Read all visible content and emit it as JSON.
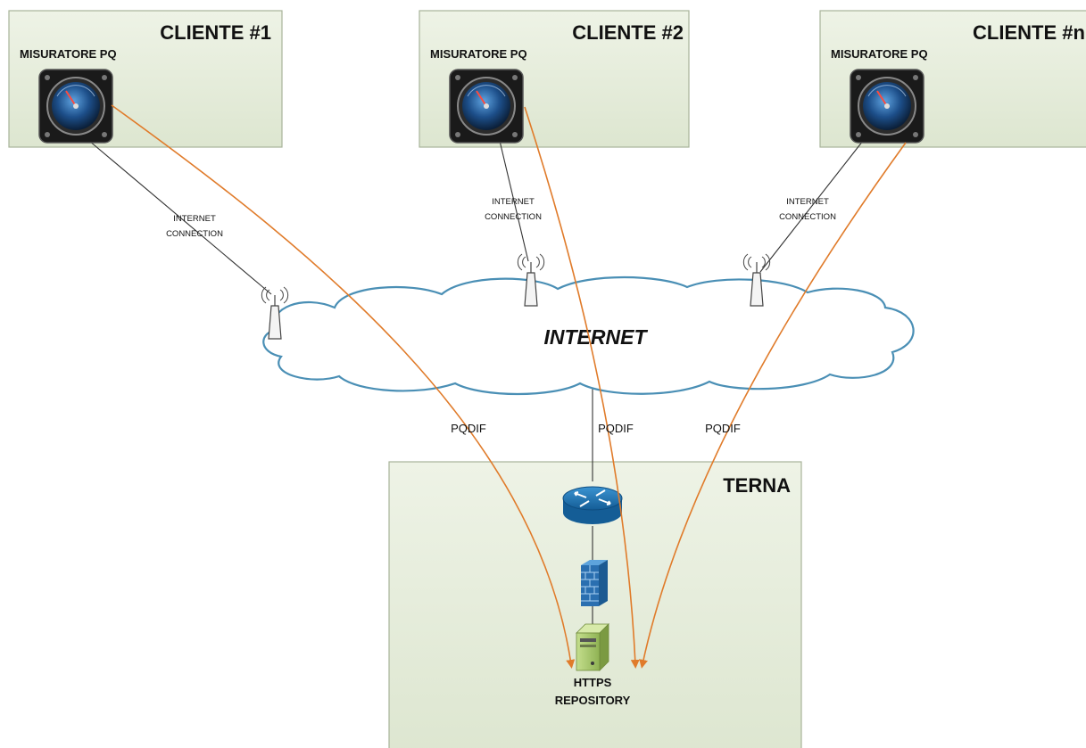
{
  "clients": [
    {
      "title": "CLIENTE #1",
      "meter_label": "MISURATORE PQ",
      "connection_label": [
        "INTERNET",
        "CONNECTION"
      ]
    },
    {
      "title": "CLIENTE #2",
      "meter_label": "MISURATORE PQ",
      "connection_label": [
        "INTERNET",
        "CONNECTION"
      ]
    },
    {
      "title": "CLIENTE #n",
      "meter_label": "MISURATORE PQ",
      "connection_label": [
        "INTERNET",
        "CONNECTION"
      ]
    }
  ],
  "cloud_label": "INTERNET",
  "flow_labels": [
    "PQDIF",
    "PQDIF",
    "PQDIF"
  ],
  "terna": {
    "title": "TERNA",
    "repository_label": [
      "HTTPS",
      "REPOSITORY"
    ]
  },
  "colors": {
    "box_fill": "#e4ecd9",
    "box_stroke": "#a8b39a",
    "flow_arrow": "#e07b2a",
    "cloud_stroke": "#4a8fb5",
    "link_line": "#333333",
    "router": "#1f78b4",
    "firewall": "#2a6fb0",
    "server": "#a8c96a"
  },
  "icons": {
    "meter": "gauge-icon",
    "antenna": "wireless-antenna-icon",
    "router": "router-icon",
    "firewall": "firewall-icon",
    "server": "server-icon"
  }
}
